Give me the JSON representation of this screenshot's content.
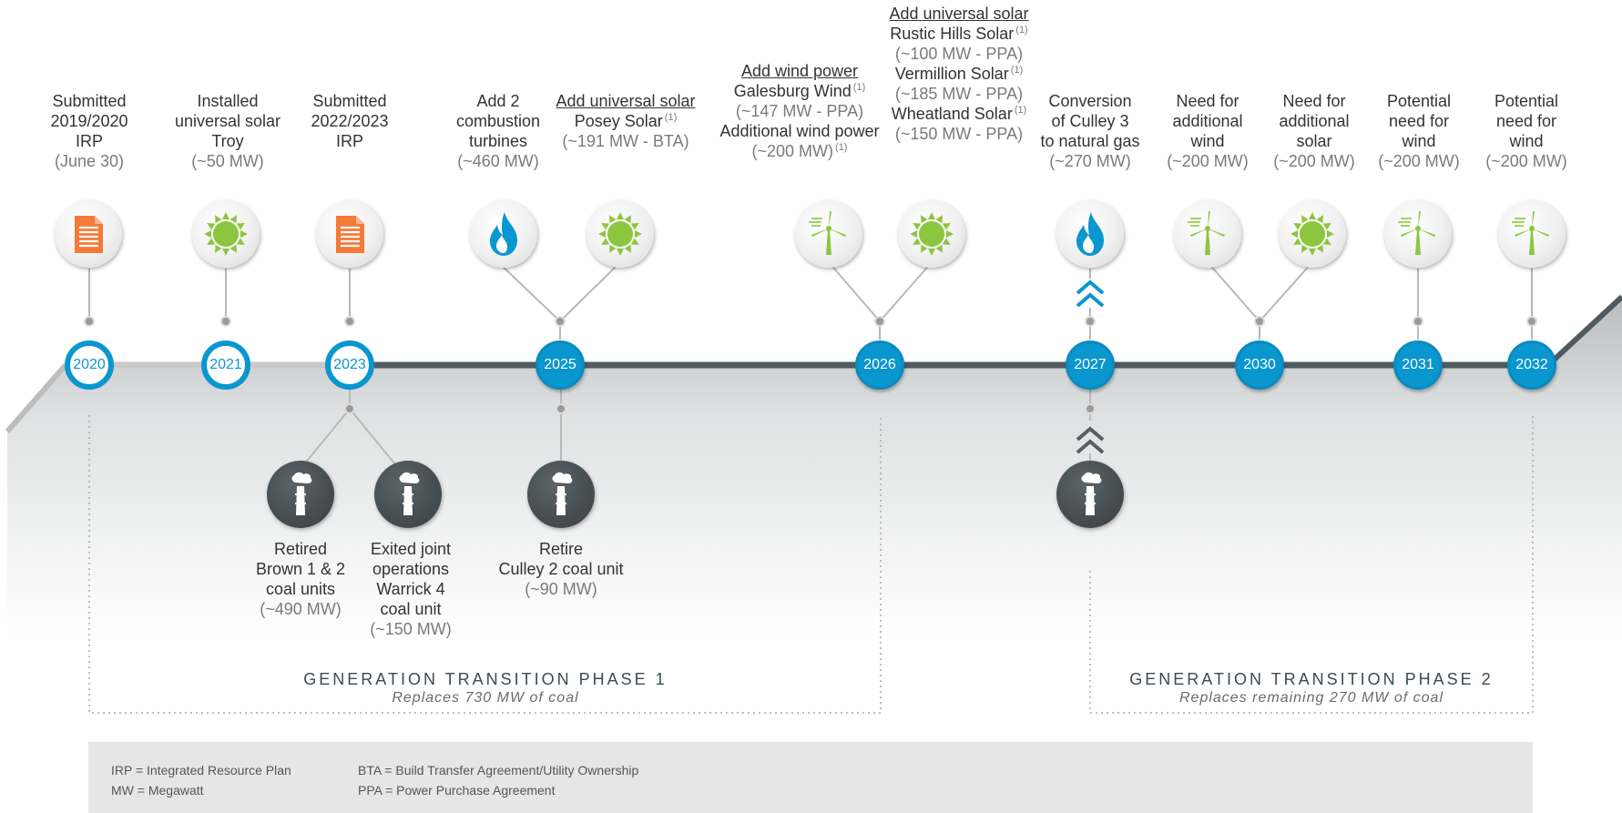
{
  "colors": {
    "blue": "#0a96cf",
    "orange": "#f47a38",
    "green": "#8cc63f",
    "dark": "#454d51",
    "line_dark": "#4f5b61",
    "line_light": "#c8c8c8"
  },
  "years": [
    {
      "label": "2020",
      "state": "past"
    },
    {
      "label": "2021",
      "state": "past"
    },
    {
      "label": "2023",
      "state": "past"
    },
    {
      "label": "2025",
      "state": "future"
    },
    {
      "label": "2026",
      "state": "future"
    },
    {
      "label": "2027",
      "state": "future"
    },
    {
      "label": "2030",
      "state": "future"
    },
    {
      "label": "2031",
      "state": "future"
    },
    {
      "label": "2032",
      "state": "future"
    }
  ],
  "above_labels": {
    "irp_2020": {
      "lines": [
        "Submitted",
        "2019/2020",
        "IRP"
      ],
      "mw": "(June 30)"
    },
    "solar_2021": {
      "lines": [
        "Installed",
        "universal solar",
        "Troy"
      ],
      "mw": "(~50 MW)"
    },
    "irp_2023": {
      "lines": [
        "Submitted",
        "2022/2023",
        "IRP"
      ]
    },
    "turbines_2025": {
      "lines": [
        "Add 2",
        "combustion",
        "turbines"
      ],
      "mw": "(~460 MW)"
    },
    "solar_2025": {
      "heading": "Add universal solar",
      "name": "Posey Solar",
      "note": "(1)",
      "mw": "(~191 MW - BTA)"
    },
    "wind_2026": {
      "heading": "Add wind power",
      "name": "Galesburg Wind",
      "note": "(1)",
      "mw": "(~147 MW - PPA)",
      "name2": "Additional wind power",
      "mw2": "(~200 MW)",
      "note2": "(1)"
    },
    "solar_2026": {
      "heading": "Add universal solar",
      "items": [
        {
          "name": "Rustic Hills Solar",
          "note": "(1)",
          "mw": "(~100 MW - PPA)"
        },
        {
          "name": "Vermillion Solar",
          "note": "(1)",
          "mw": "(~185 MW - PPA)"
        },
        {
          "name": "Wheatland Solar",
          "note": "(1)",
          "mw": "(~150 MW - PPA)"
        }
      ]
    },
    "gas_2027": {
      "lines": [
        "Conversion",
        "of Culley 3",
        "to natural gas"
      ],
      "mw": "(~270 MW)"
    },
    "wind_2030": {
      "lines": [
        "Need for",
        "additional",
        "wind"
      ],
      "mw": "(~200 MW)"
    },
    "solar_2030": {
      "lines": [
        "Need for",
        "additional",
        "solar"
      ],
      "mw": "(~200 MW)"
    },
    "wind_2031": {
      "lines": [
        "Potential",
        "need for",
        "wind"
      ],
      "mw": "(~200 MW)"
    },
    "wind_2032": {
      "lines": [
        "Potential",
        "need for",
        "wind"
      ],
      "mw": "(~200 MW)"
    }
  },
  "below_labels": {
    "brown": {
      "lines": [
        "Retired",
        "Brown 1 & 2",
        "coal units"
      ],
      "mw": "(~490 MW)"
    },
    "warrick": {
      "lines": [
        "Exited joint",
        "operations",
        "Warrick 4",
        "coal unit"
      ],
      "mw": "(~150 MW)"
    },
    "culley2": {
      "lines": [
        "Retire",
        "Culley 2 coal unit"
      ],
      "mw": "(~90 MW)"
    }
  },
  "phases": [
    {
      "title": "GENERATION TRANSITION PHASE 1",
      "subtitle": "Replaces 730 MW of coal"
    },
    {
      "title": "GENERATION TRANSITION PHASE 2",
      "subtitle": "Replaces remaining 270 MW of coal"
    }
  ],
  "legend": {
    "irp": "IRP = Integrated Resource Plan",
    "mw": "MW = Megawatt",
    "bta": "BTA = Build Transfer Agreement/Utility Ownership",
    "ppa": "PPA = Power Purchase Agreement"
  },
  "icons": {
    "document": "document-icon",
    "sun": "sun-icon",
    "flame": "flame-icon",
    "wind": "wind-turbine-icon",
    "smokestack": "smokestack-icon",
    "chevrons": "double-chevron-up-icon"
  }
}
